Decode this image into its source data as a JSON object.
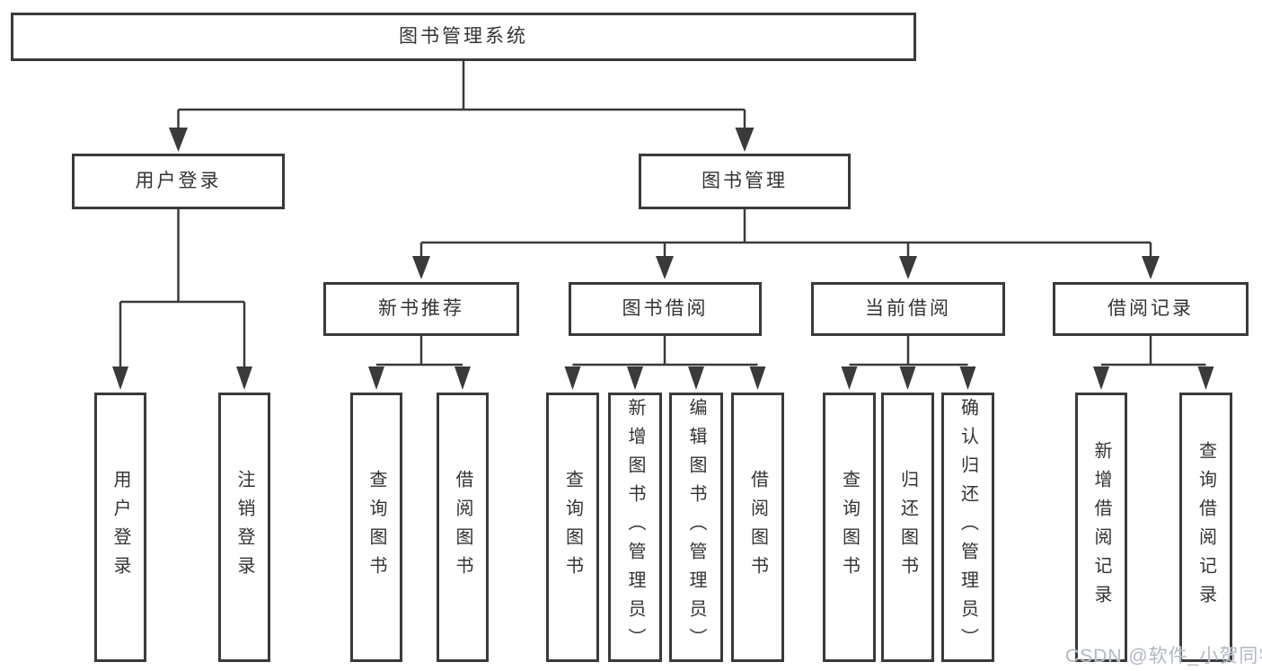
{
  "tree": {
    "root": "图书管理系统",
    "user_login": "用户登录",
    "book_mgmt": "图书管理",
    "new_books": "新书推荐",
    "book_borrow": "图书借阅",
    "current_borrow": "当前借阅",
    "borrow_records": "借阅记录",
    "leaf_user_login": "用户登录",
    "leaf_logout": "注销登录",
    "leaf_nb_query": "查询图书",
    "leaf_nb_borrow": "借阅图书",
    "leaf_bb_query": "查询图书",
    "leaf_bb_add": "新增图书（管理员）",
    "leaf_bb_edit": "编辑图书（管理员）",
    "leaf_bb_borrow": "借阅图书",
    "leaf_cb_query": "查询图书",
    "leaf_cb_return": "归还图书",
    "leaf_cb_confirm": "确认归还（管理员）",
    "leaf_br_add": "新增借阅记录",
    "leaf_br_query": "查询借阅记录"
  },
  "watermark": "CSDN @软件_小贺同学",
  "colors": {
    "line": "#3a3a3a",
    "text": "#333333",
    "watermark": "#b2b8c2",
    "background": "#ffffff"
  }
}
